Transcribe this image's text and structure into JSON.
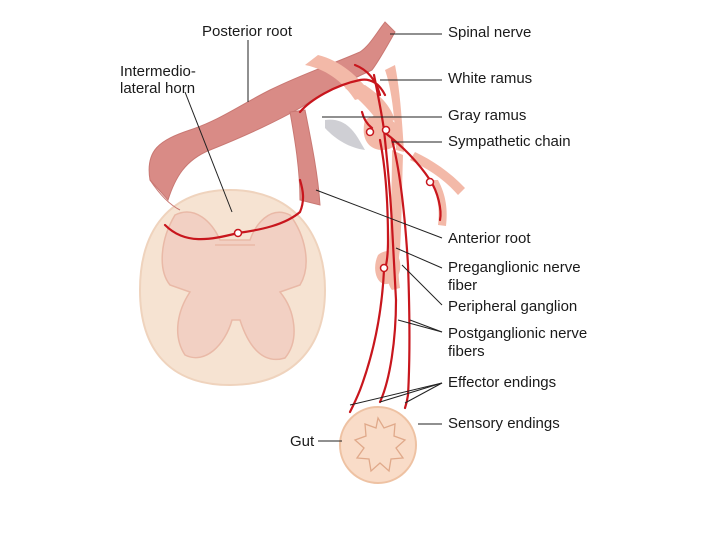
{
  "labels": {
    "posterior_root": "Posterior root",
    "spinal_nerve": "Spinal nerve",
    "intermedio_line1": "Intermedio-",
    "intermedio_line2": "lateral horn",
    "white_ramus": "White ramus",
    "gray_ramus": "Gray ramus",
    "sympathetic_chain": "Sympathetic chain",
    "anterior_root": "Anterior root",
    "preganglionic_line1": "Preganglionic nerve",
    "preganglionic_line2": "fiber",
    "peripheral_ganglion": "Peripheral ganglion",
    "postganglionic_line1": "Postganglionic nerve",
    "postganglionic_line2": "fibers",
    "effector_endings": "Effector endings",
    "sensory_endings": "Sensory endings",
    "gut": "Gut"
  },
  "colors": {
    "nerve_fiber": "#c8161d",
    "root_tissue": "#d98b86",
    "spinal_cord": "#f6e3d2",
    "gray_matter": "#f2d0c3",
    "ganglion": "#f3b9a8",
    "gut": "#f9dcc8",
    "gray_ramus": "#cfcfd4"
  }
}
